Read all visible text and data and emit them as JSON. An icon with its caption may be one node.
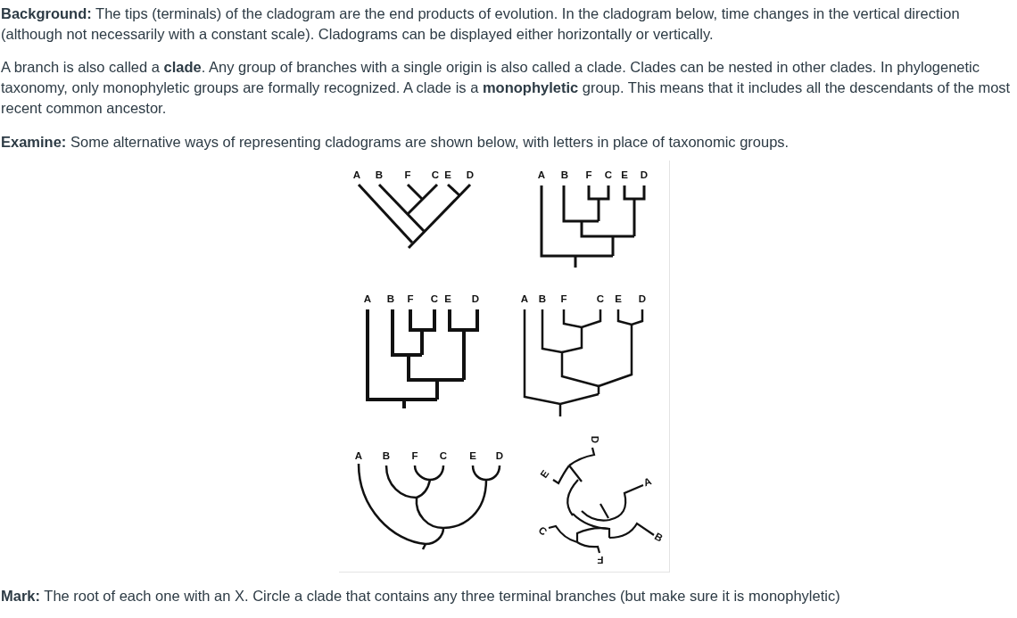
{
  "diagram": {
    "labels": [
      "**Background:** The tips (terminals) of the cladogram are the end products of evolution. In the cladogram below, time changes in the vertical direction (although not necessarily with a constant scale). Cladograms can be displayed either horizontally or vertically.",
      "A branch is also called a **clade**.  Any group of branches with a single origin is also called a clade.  Clades can be nested in other clades.  In phylogenetic taxonomy, only monophyletic groups are formally recognized.  A clade is a **monophyletic** group.  This means that it includes all the descendants of the most recent common ancestor.",
      "**Examine:** Some alternative ways of representing cladograms are shown below, with letters in place of taxonomic groups.",
      "A",
      "B",
      "F",
      "C",
      "E",
      "D",
      "A",
      "B",
      "F",
      "C",
      "E",
      "D",
      "A",
      "B",
      "F",
      "C",
      "E",
      "D",
      "A",
      "B",
      "F",
      "C",
      "E",
      "D",
      "A",
      "B",
      "F",
      "C",
      "E",
      "D",
      "D",
      "E",
      "A",
      "C",
      "B",
      "F",
      "**Mark:** The root of each one with an X. Circle a clade that contains any three terminal branches (but make sure it is monophyletic)"
    ]
  }
}
